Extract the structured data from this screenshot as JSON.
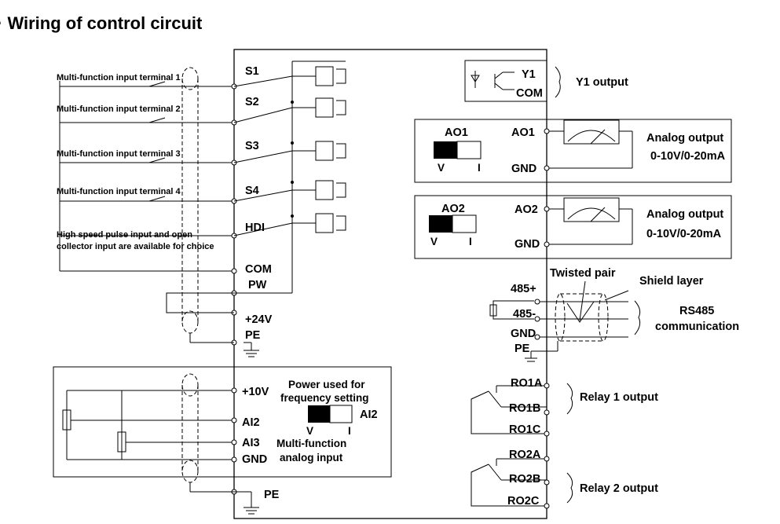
{
  "title": "· Wiring of control circuit",
  "inputs": {
    "mf1": "Multi-function input terminal 1",
    "mf2": "Multi-function input terminal 2",
    "mf3": "Multi-function input terminal 3",
    "mf4": "Multi-function input terminal 4",
    "hs1": "High speed pulse input and open",
    "hs2": "collector input are available for choice"
  },
  "terminals": {
    "s1": "S1",
    "s2": "S2",
    "s3": "S3",
    "s4": "S4",
    "hdi": "HDI",
    "com": "COM",
    "pw": "PW",
    "p24v": "+24V",
    "pe": "PE",
    "p10v": "+10V",
    "ai2": "AI2",
    "ai3": "AI3",
    "gnd": "GND",
    "pe2": "PE"
  },
  "analog_in": {
    "power1": "Power used for",
    "power2": "frequency setting",
    "switch": "AI2",
    "v": "V",
    "i": "I",
    "mf1": "Multi-function",
    "mf2": "analog input"
  },
  "y1": {
    "y1": "Y1",
    "com": "COM",
    "label": "Y1 output"
  },
  "ao1": {
    "box": "AO1",
    "term": "AO1",
    "gnd": "GND",
    "v": "V",
    "i": "I",
    "label1": "Analog output",
    "label2": "0-10V/0-20mA"
  },
  "ao2": {
    "box": "AO2",
    "term": "AO2",
    "gnd": "GND",
    "v": "V",
    "i": "I",
    "label1": "Analog output",
    "label2": "0-10V/0-20mA"
  },
  "rs485": {
    "p": "485+",
    "n": "485-",
    "gnd": "GND",
    "pe": "PE",
    "twisted": "Twisted pair",
    "shield": "Shield layer",
    "label1": "RS485",
    "label2": "communication"
  },
  "relay1": {
    "a": "RO1A",
    "b": "RO1B",
    "c": "RO1C",
    "label": "Relay 1 output"
  },
  "relay2": {
    "a": "RO2A",
    "b": "RO2B",
    "c": "RO2C",
    "label": "Relay 2 output"
  }
}
